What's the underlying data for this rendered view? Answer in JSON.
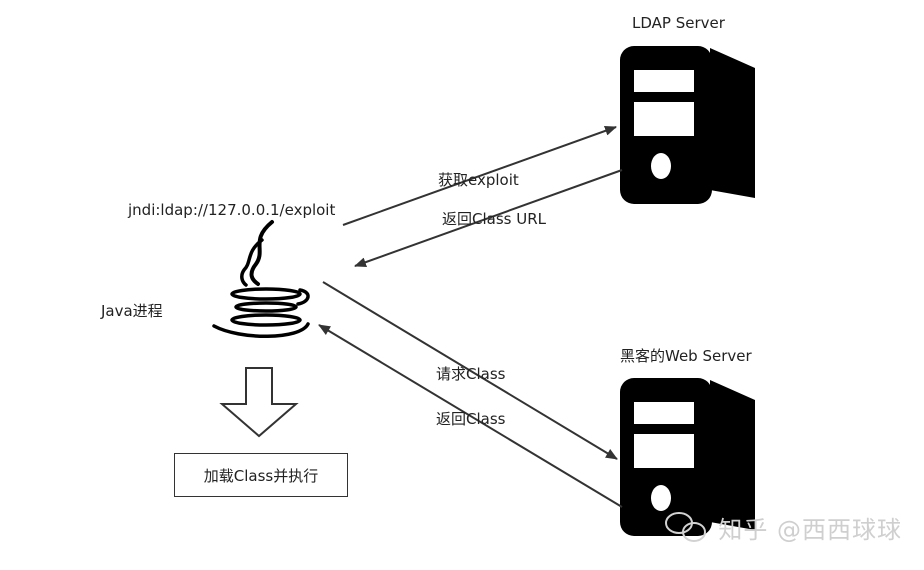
{
  "servers": {
    "ldap_label": "LDAP Server",
    "web_label": "黑客的Web Server"
  },
  "client": {
    "jndi_url": "jndi:ldap://127.0.0.1/exploit",
    "process_label": "Java进程"
  },
  "arrows": {
    "get_exploit": "获取exploit",
    "return_class_url": "返回Class URL",
    "request_class": "请求Class",
    "return_class": "返回Class"
  },
  "action_box": "加载Class并执行",
  "watermark": "知乎 @西西球球"
}
